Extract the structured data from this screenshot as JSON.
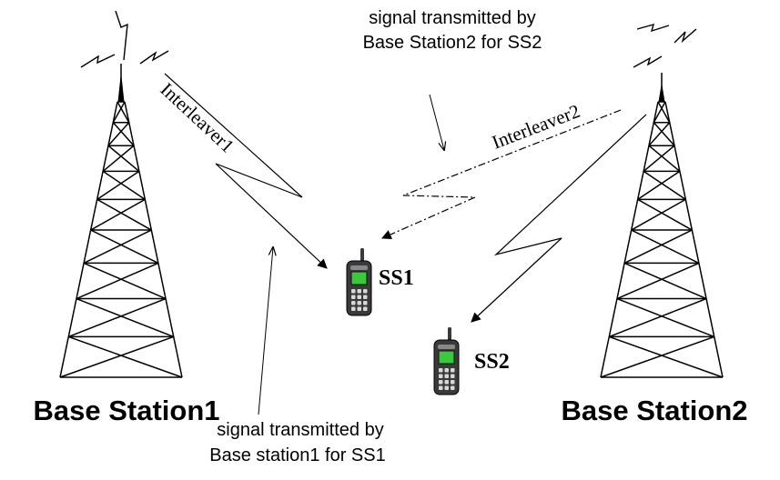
{
  "stations": {
    "bs1_label": "Base Station1",
    "bs2_label": "Base Station2"
  },
  "subscribers": {
    "ss1_label": "SS1",
    "ss2_label": "SS2"
  },
  "links": {
    "interleaver1": "Interleaver1",
    "interleaver2": "Interleaver2"
  },
  "annotations": {
    "bs2_signal_line1": "signal transmitted by",
    "bs2_signal_line2": "Base Station2 for SS2",
    "bs1_signal_line1": "signal transmitted by",
    "bs1_signal_line2": "Base station1 for SS1"
  },
  "colors": {
    "ink": "#000000",
    "phone_body": "#3a3a3a",
    "phone_screen": "#3cc83c"
  }
}
